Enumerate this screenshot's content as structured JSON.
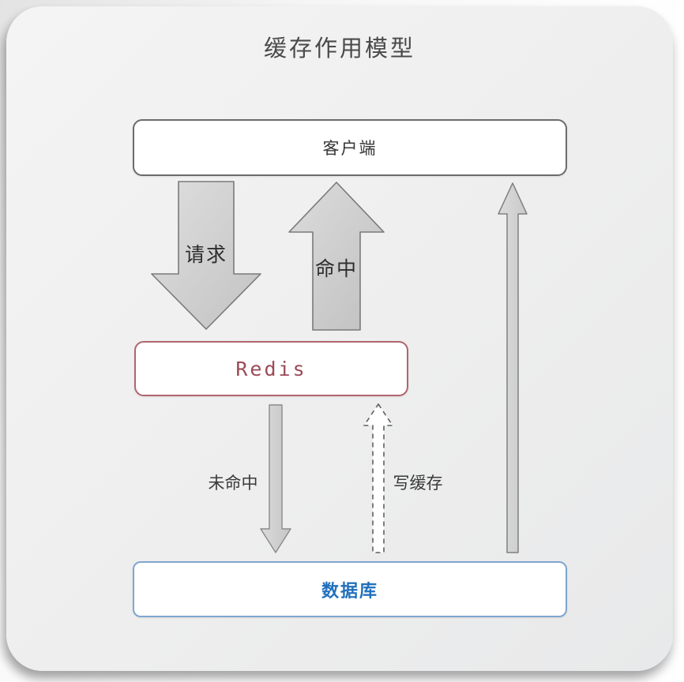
{
  "title": "缓存作用模型",
  "nodes": {
    "client": {
      "label": "客户端",
      "border_color": "#6b6b6b",
      "text_color": "#363636"
    },
    "redis": {
      "label": "Redis",
      "border_color": "#b2646f",
      "text_color": "#9c4a56"
    },
    "database": {
      "label": "数据库",
      "border_color": "#7fa6d0",
      "text_color": "#2170bd"
    }
  },
  "arrows": {
    "request": {
      "label": "请求",
      "from": "client",
      "to": "redis",
      "direction": "down",
      "style": "block-solid"
    },
    "hit": {
      "label": "命中",
      "from": "redis",
      "to": "client",
      "direction": "up",
      "style": "block-solid"
    },
    "miss": {
      "label": "未命中",
      "from": "redis",
      "to": "database",
      "direction": "down",
      "style": "thin-solid"
    },
    "write_cache": {
      "label": "写缓存",
      "from": "database",
      "to": "redis",
      "direction": "up",
      "style": "thin-dashed"
    },
    "db_return": {
      "label": "",
      "from": "database",
      "to": "client",
      "direction": "up",
      "style": "thin-solid"
    }
  },
  "colors": {
    "card_background": "#efefef",
    "arrow_fill": "#d2d2d2",
    "arrow_stroke": "#7a7a7a",
    "title_text": "#4a4a4a"
  }
}
